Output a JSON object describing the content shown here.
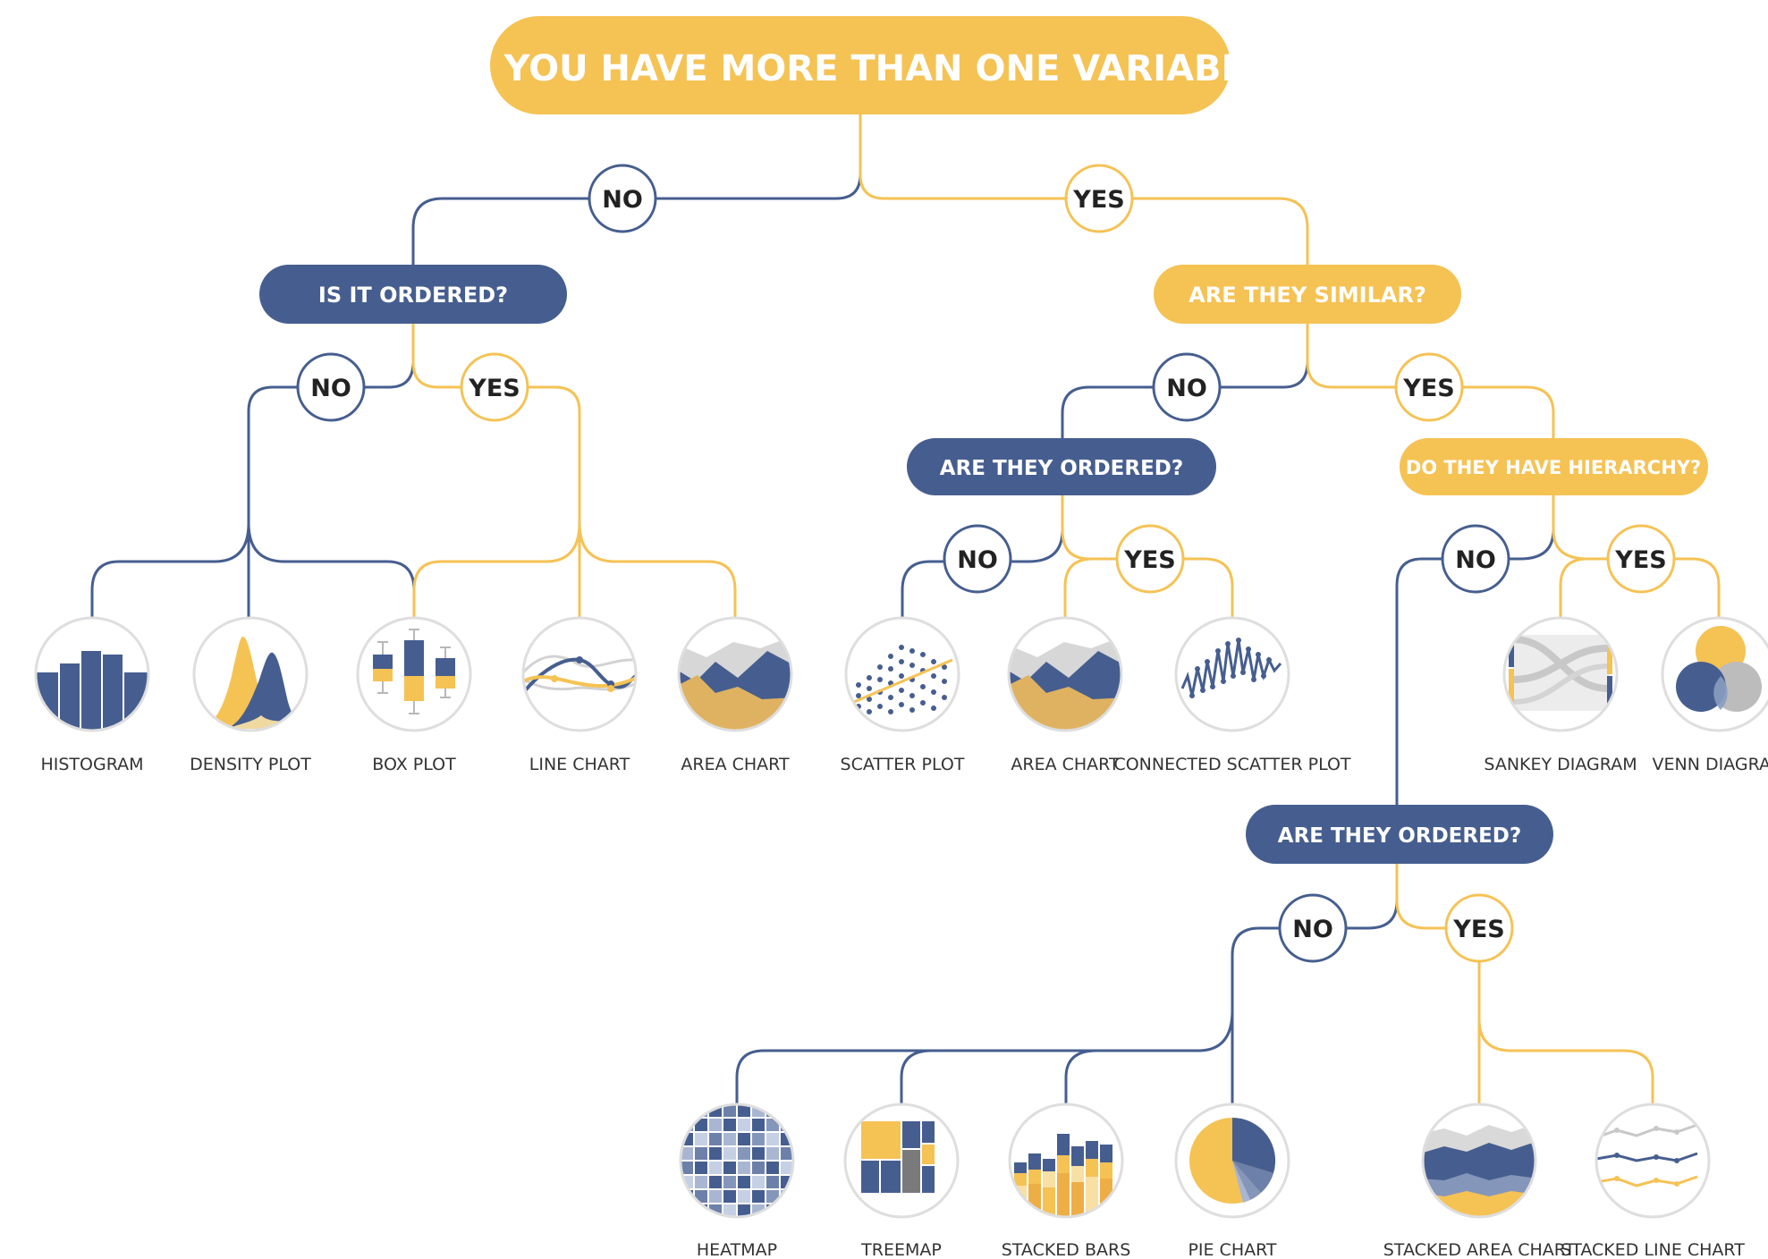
{
  "questions": {
    "root": "DO YOU HAVE MORE THAN ONE VARIABLE?",
    "ordered": "IS IT ORDERED?",
    "similar": "ARE THEY SIMILAR?",
    "similar_ordered": "ARE THEY ORDERED?",
    "hierarchy": "DO THEY HAVE HIERARCHY?",
    "hier_ordered": "ARE THEY ORDERED?"
  },
  "answers": {
    "no": "NO",
    "yes": "YES"
  },
  "charts": {
    "histogram": "HISTOGRAM",
    "density": "DENSITY PLOT",
    "box": "BOX PLOT",
    "line": "LINE CHART",
    "area1": "AREA CHART",
    "scatter": "SCATTER PLOT",
    "area2": "AREA CHART",
    "connected": "CONNECTED SCATTER PLOT",
    "sankey": "SANKEY DIAGRAM",
    "venn": "VENN DIAGRAM",
    "heatmap": "HEATMAP",
    "treemap": "TREEMAP",
    "stacked_bars": "STACKED BARS",
    "pie": "PIE CHART",
    "stacked_area": "STACKED AREA CHART",
    "stacked_line": "STACKED LINE CHART"
  },
  "colors": {
    "yellow": "#f5c254",
    "blue": "#465e8f",
    "circle_border": "#dedede"
  }
}
